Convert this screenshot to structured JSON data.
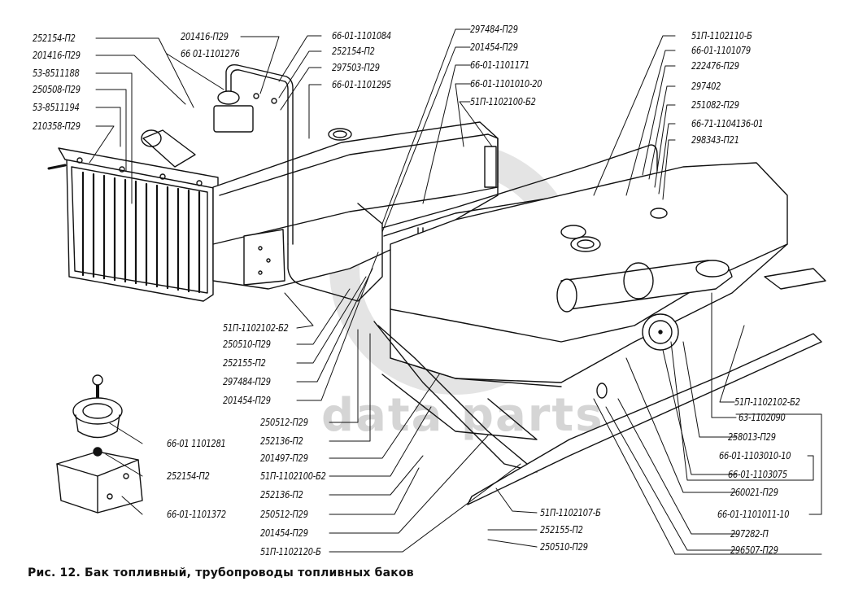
{
  "caption": "Рис. 12. Бак топливный, трубопроводы топливных баков",
  "watermark": "data parts",
  "colors": {
    "ink": "#111111",
    "watermark": "#c8c8c8",
    "background": "#ffffff"
  },
  "labels": {
    "top_left": [
      "252154-П2",
      "201416-П29",
      "53-8511188",
      "250508-П29",
      "53-8511194",
      "210358-П29"
    ],
    "filter_group": [
      "201416-П29",
      "66 01-1101276",
      "66-01-1101084",
      "252154-П2",
      "297503-П29",
      "66-01-1101295"
    ],
    "top_center": [
      "297484-П29",
      "201454-П29",
      "66-01-1101171",
      "66-01-1101010-20",
      "51П-1102100-Б2"
    ],
    "top_right": [
      "51П-1102110-Б",
      "66-01-1101079",
      "222476-П29",
      "297402",
      "251082-П29",
      "66-71-1104136-01",
      "298343-П21"
    ],
    "center_left": [
      "51П-1102102-Б2",
      "250510-П29",
      "252155-П2",
      "297484-П29",
      "201454-П29",
      "250512-П29",
      "252136-П2",
      "201497-П29",
      "51П-1102100-Б2",
      "252136-П2",
      "250512-П29",
      "201454-П29",
      "51П-1102120-Б"
    ],
    "inset": [
      "66-01 1101281",
      "252154-П2",
      "66-01-1101372"
    ],
    "bottom_center": [
      "51П-1102107-Б",
      "252155-П2",
      "250510-П29"
    ],
    "right_column": [
      "51П-1102102-Б2",
      "63-1102090",
      "258013-П29",
      "66-01-1103010-10",
      "66-01-1103075",
      "260021-П29",
      "66-01-1101011-10",
      "297282-П",
      "296507-П29"
    ]
  }
}
